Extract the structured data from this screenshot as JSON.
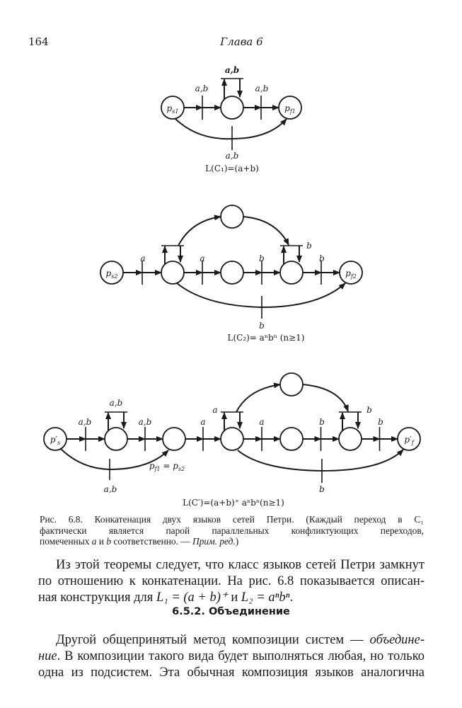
{
  "header": {
    "page_number": "164",
    "running_title": "Глава 6"
  },
  "figure": {
    "net1": {
      "start_place": {
        "base": "p",
        "sub": "s1"
      },
      "final_place": {
        "base": "p",
        "sub": "f1"
      },
      "labels": [
        "a,b",
        "a,b",
        "a,b",
        "a,b"
      ],
      "formula": "L(C₁)=(a+b)"
    },
    "net2": {
      "start_place": {
        "base": "p",
        "sub": "s2"
      },
      "final_place": {
        "base": "p",
        "sub": "f2"
      },
      "labels": [
        "a",
        "a",
        "b",
        "b",
        "b",
        "b"
      ],
      "formula": "L(C₂)= aⁿbⁿ (n≥1)"
    },
    "net3": {
      "start_place": {
        "base": "p′",
        "sub": "s"
      },
      "final_place": {
        "base": "p′",
        "sub": "f"
      },
      "merge_label": {
        "a": "p",
        "a_sub": "f1",
        "eq": " = ",
        "b": "p",
        "b_sub": "s2"
      },
      "labels": [
        "a,b",
        "a,b",
        "a,b",
        "a",
        "a",
        "a",
        "b",
        "b",
        "b",
        "a,b",
        "b"
      ],
      "formula": "L(C′)=(a+b)⁺ aⁿbⁿ(n≥1)"
    }
  },
  "caption": {
    "line1": "Рис. 6.8. Конкатенация двух языков сетей Петри. (Каждый переход в C₁",
    "line2": "фактически является парой параллельных конфликтующих переходов,",
    "line3_a": "помеченных ",
    "line3_b": "a",
    "line3_c": " и ",
    "line3_d": "b",
    "line3_e": " соответственно. — ",
    "line3_f": "Прим. ред.",
    "line3_g": ")"
  },
  "paragraph1": {
    "line1": "Из этой теоремы следует, что класс языков сетей Петри замкнут",
    "line2": "по отношению к конкатенации. На рис. 6.8 показывается описан-",
    "line3_a": "ная конструкция для ",
    "line3_b": "L₁ = (a + b)⁺",
    "line3_c": " и ",
    "line3_d": "L₂ = aⁿbⁿ",
    "line3_e": "."
  },
  "section_heading": "6.5.2. Объединение",
  "paragraph2": {
    "line1_a": "Другой общепринятый метод композиции систем — ",
    "line1_b": "объедине-",
    "line2_a": "ние",
    "line2_b": ". В композиции такого вида будет выполняться любая, но только",
    "line3": "одна из подсистем. Эта обычная композиция языков аналогична"
  }
}
